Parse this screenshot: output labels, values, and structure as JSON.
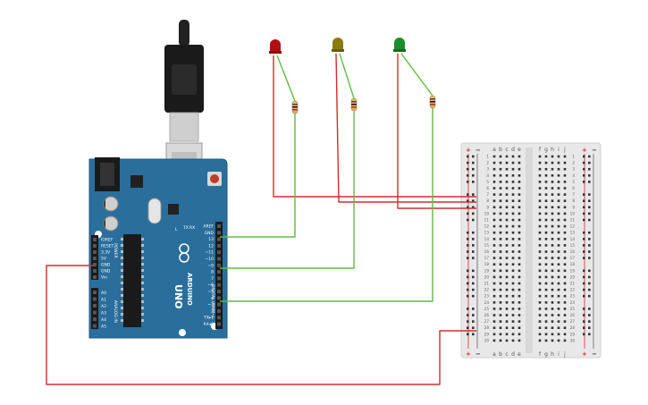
{
  "colors": {
    "board": "#2a6e9c",
    "board_dark": "#1f5a82",
    "wire_red": "#d62b2b",
    "wire_green": "#5bbf3a",
    "led_red": "#b01010",
    "led_yellow": "#8a7a10",
    "led_green": "#1e8c2a",
    "breadboard": "#e8e8e8"
  },
  "arduino": {
    "brand": "ARDUINO",
    "model": "UNO",
    "tx_label": "TX",
    "rx_label": "RX",
    "l_label": "L",
    "power_header": [
      "IOREF",
      "RESET",
      "3.3V",
      "5V",
      "GND",
      "GND",
      "Vin"
    ],
    "power_title": "POWER",
    "analog_header": [
      "A0",
      "A1",
      "A2",
      "A3",
      "A4",
      "A5"
    ],
    "analog_title": "ANALOG IN",
    "digital_header": [
      "AREF",
      "GND",
      "13",
      "12",
      "~11",
      "~10",
      "~9",
      "8",
      "7",
      "~6",
      "~5",
      "4",
      "~3",
      "2",
      "TX▸1",
      "RX◂0"
    ],
    "digital_title": "DIGITAL (PWM~)"
  },
  "breadboard": {
    "left_cols": [
      "a",
      "b",
      "c",
      "d",
      "e"
    ],
    "right_cols": [
      "f",
      "g",
      "h",
      "i",
      "j"
    ],
    "plus": "+",
    "minus": "−",
    "rows": 30
  },
  "leds": [
    {
      "name": "red",
      "icon": "led-red-icon"
    },
    {
      "name": "yellow",
      "icon": "led-yellow-icon"
    },
    {
      "name": "green",
      "icon": "led-green-icon"
    }
  ]
}
